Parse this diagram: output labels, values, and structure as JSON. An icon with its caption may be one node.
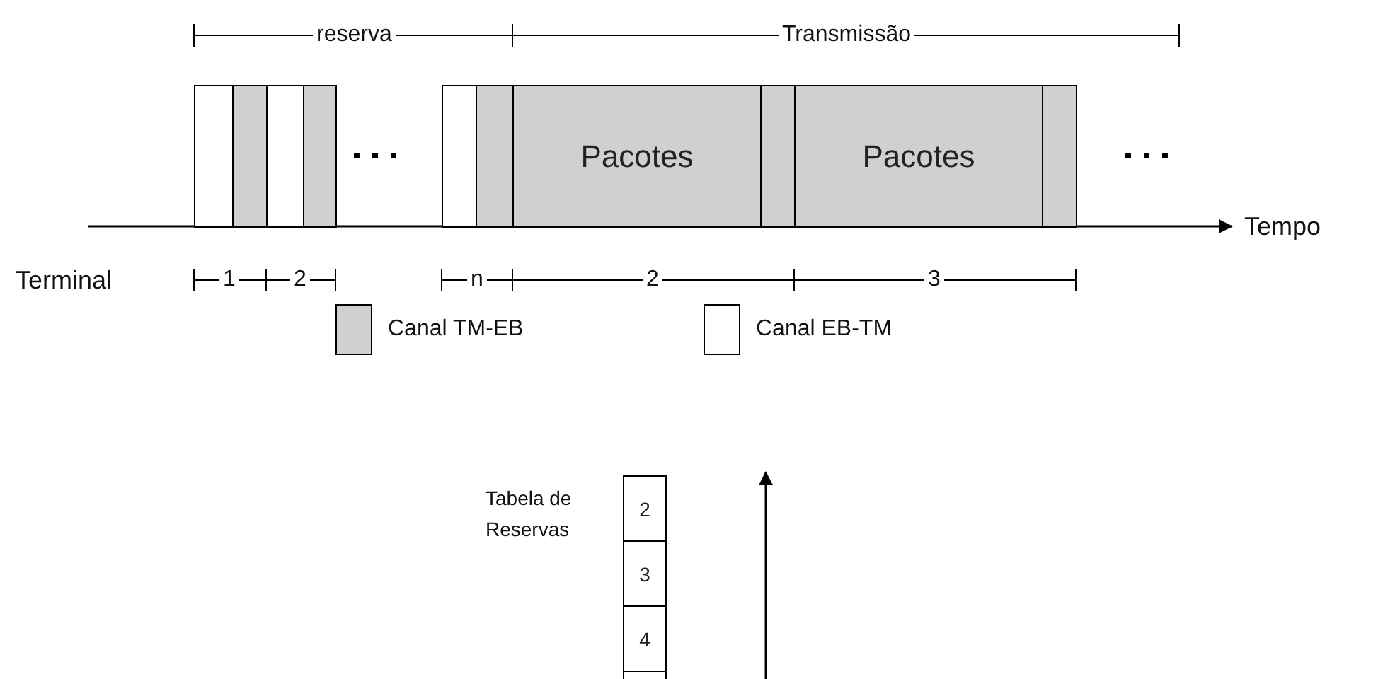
{
  "diagram": {
    "nodes": [
      {
        "text": [],
        "shape": "box"
      },
      {
        "text": [],
        "shape": "box"
      },
      {
        "text": [],
        "shape": "box"
      },
      {
        "text": [],
        "shape": "box"
      },
      {
        "text": [],
        "shape": "box"
      },
      {
        "text": [],
        "shape": "box"
      },
      {
        "text": [
          "Pacotes"
        ]
      },
      {
        "text": [],
        "shape": "box"
      },
      {
        "text": [
          "Pacotes"
        ]
      },
      {
        "text": [],
        "shape": "box"
      },
      {
        "text": [
          "2"
        ]
      },
      {
        "text": [
          "3"
        ]
      },
      {
        "text": [
          "4"
        ]
      },
      {
        "text": [],
        "shape": "box"
      }
    ],
    "edges": [],
    "labels": [
      "reserva",
      "Transmissão",
      "Tempo",
      "Terminal",
      "1",
      "2",
      "n",
      "2",
      "3",
      "Tabela de Reservas"
    ],
    "legend": [
      {
        "text": "Canal TM-EB",
        "color": "#d0d0d0"
      },
      {
        "text": "Canal EB-TM",
        "color": "#ffffff"
      }
    ]
  }
}
